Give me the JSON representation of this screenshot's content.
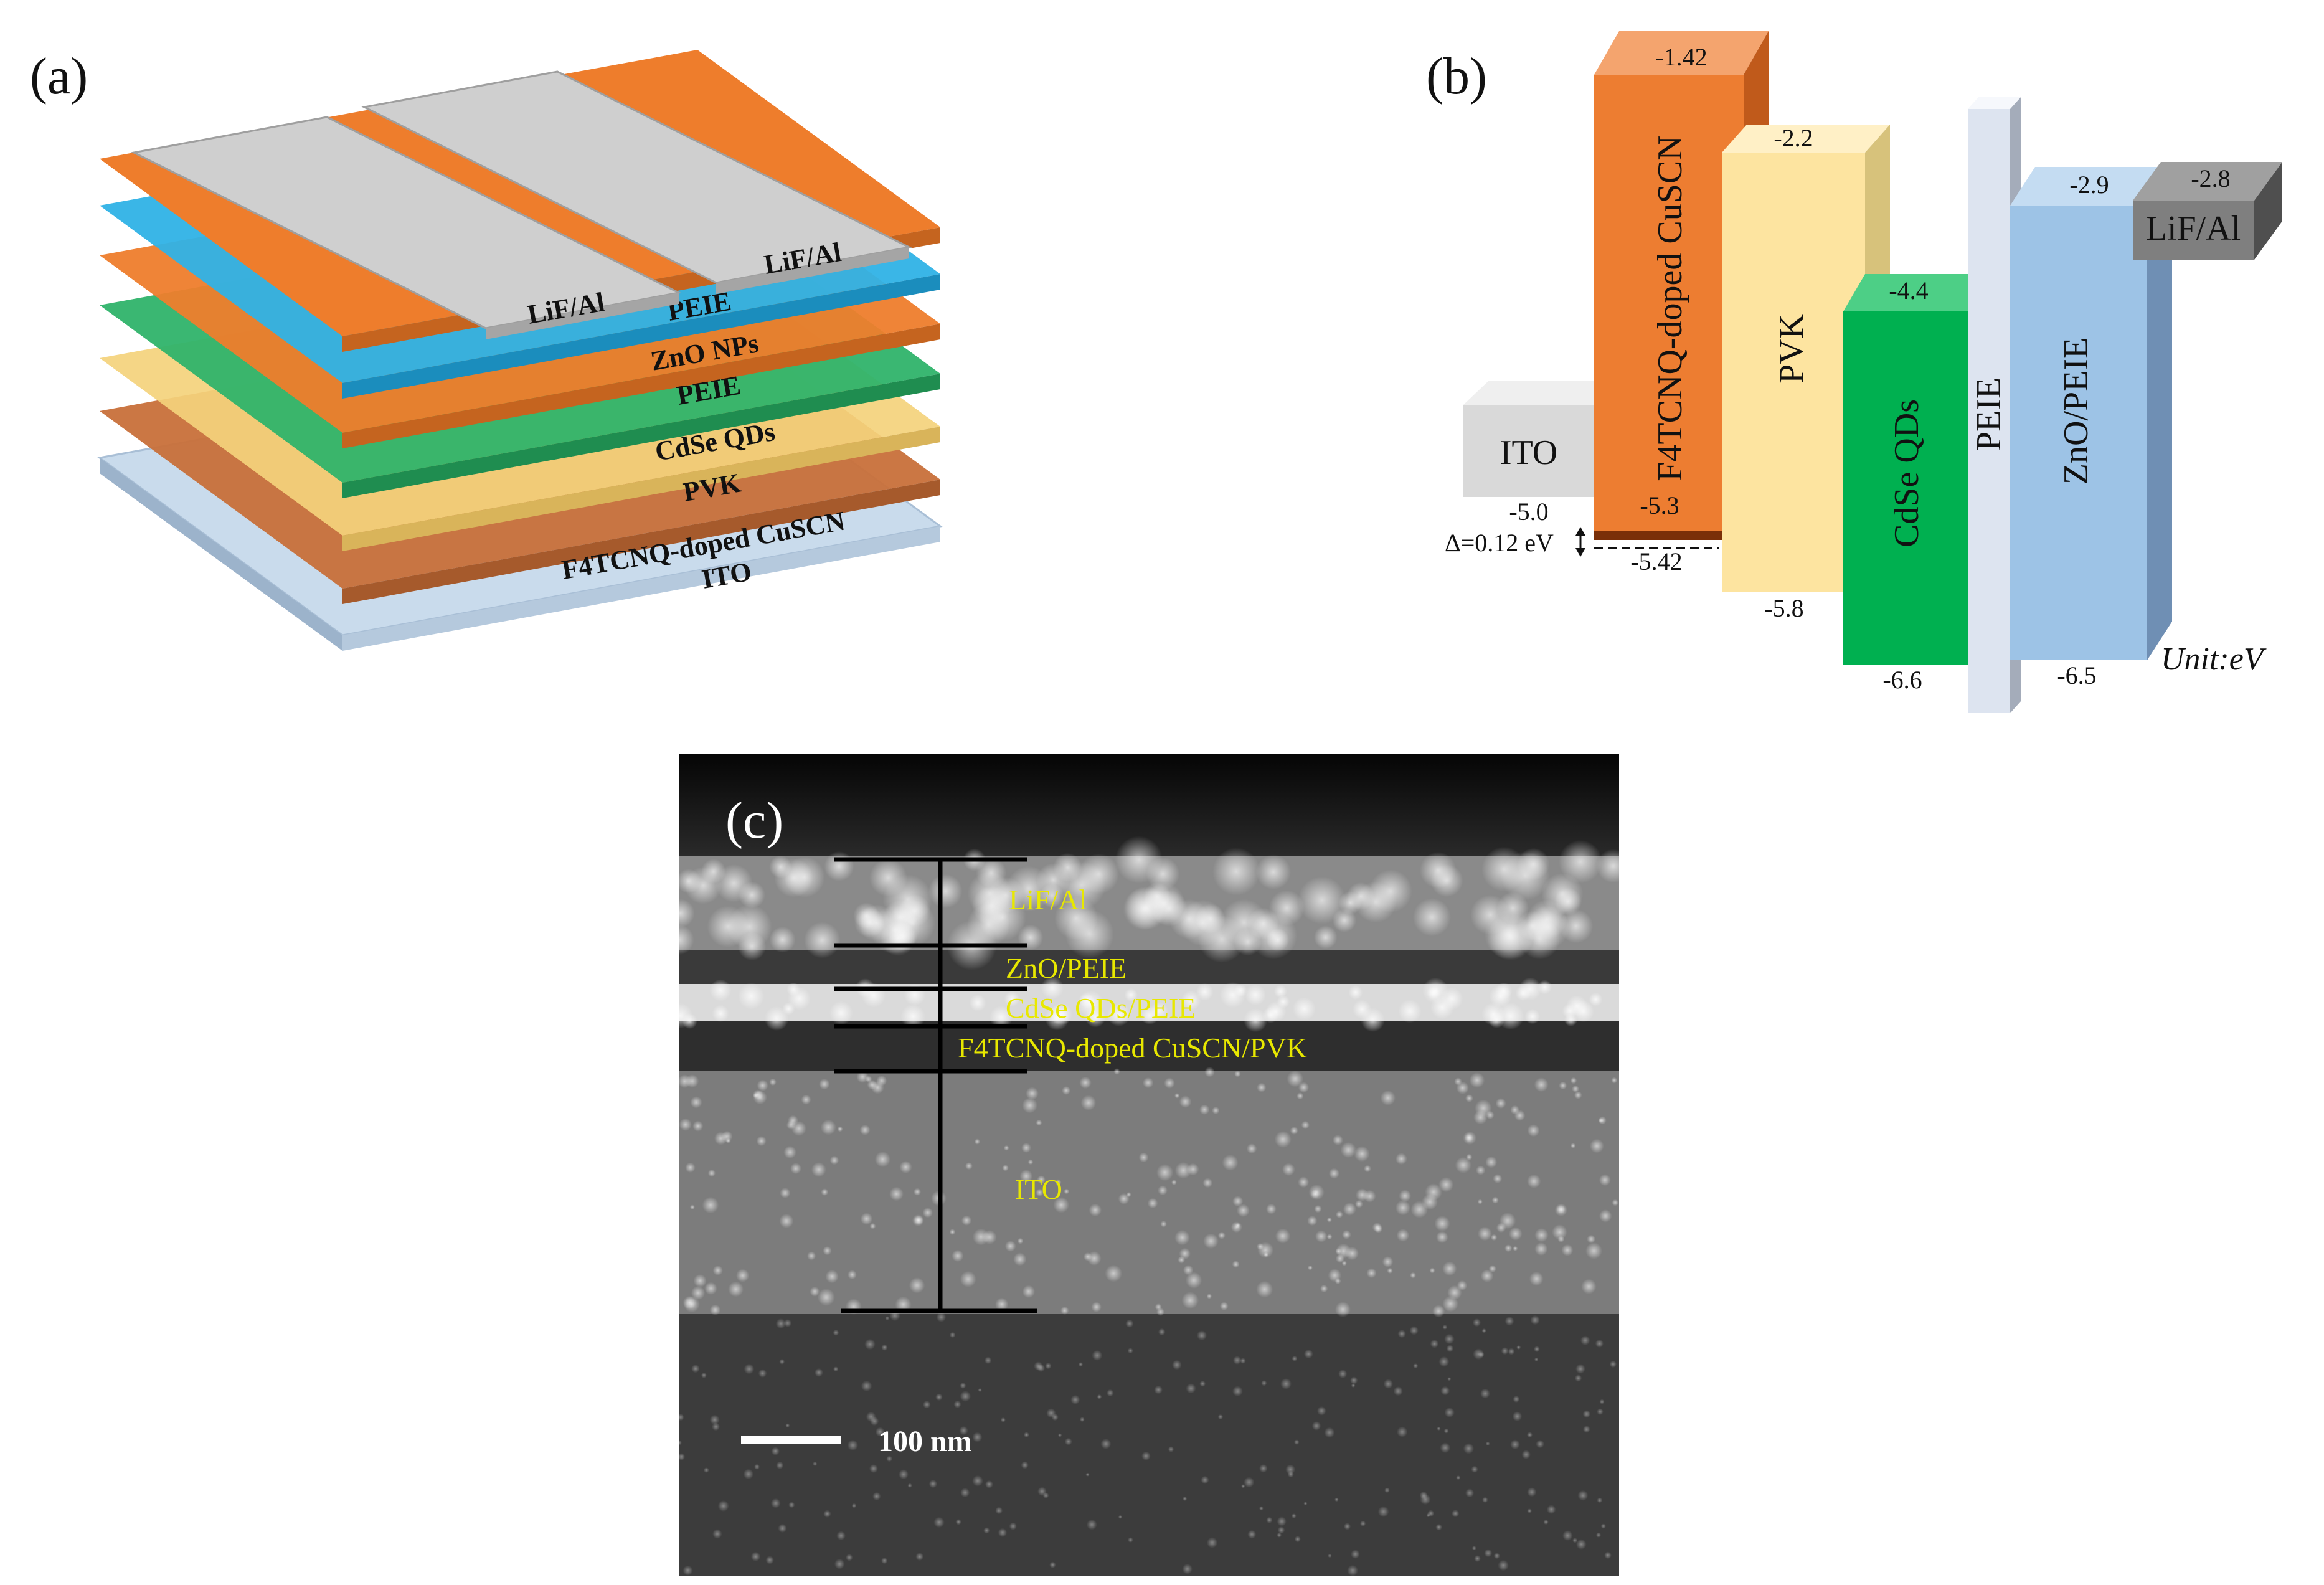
{
  "panel_a": {
    "label": "(a)",
    "layers": [
      {
        "name": "ITO",
        "color": "#c9dbec"
      },
      {
        "name": "F4TCNQ-doped CuSCN",
        "color": "#c8703a"
      },
      {
        "name": "PVK",
        "color": "#f4d27c"
      },
      {
        "name": "CdSe QDs",
        "color": "#2fb36a"
      },
      {
        "name": "PEIE",
        "color": "#ee7d2c"
      },
      {
        "name": "ZnO NPs",
        "color": "#2fb2e6"
      },
      {
        "name": "PEIE",
        "color": "#ee7d2c"
      }
    ],
    "electrodes": [
      "LiF/Al",
      "LiF/Al"
    ],
    "electrode_color": "#cfcfcf"
  },
  "panel_b": {
    "label": "(b)",
    "unit": "Unit:eV",
    "delta": "Δ=0.12 eV",
    "extra_level": "-5.42",
    "bands": [
      {
        "name": "ITO",
        "top": "",
        "bottom": "-5.0",
        "color": "#d9d9d9"
      },
      {
        "name": "F4TCNQ-doped CuSCN",
        "top": "-1.42",
        "bottom": "-5.3",
        "color": "#ed7d31"
      },
      {
        "name": "PVK",
        "top": "-2.2",
        "bottom": "-5.8",
        "color": "#fde4a0"
      },
      {
        "name": "CdSe QDs",
        "top": "-4.4",
        "bottom": "-6.6",
        "color": "#00b050"
      },
      {
        "name": "PEIE",
        "top": "",
        "bottom": "",
        "color": "#dde4f0"
      },
      {
        "name": "ZnO/PEIE",
        "top": "-2.9",
        "bottom": "-6.5",
        "color": "#9dc3e6"
      },
      {
        "name": "LiF/Al",
        "top": "-2.8",
        "bottom": "",
        "color": "#7f7f7f"
      }
    ]
  },
  "panel_c": {
    "label": "(c)",
    "layers": [
      "LiF/Al",
      "ZnO/PEIE",
      "CdSe QDs/PEIE",
      "F4TCNQ-doped CuSCN/PVK",
      "ITO"
    ],
    "scale_bar": "100 nm"
  }
}
